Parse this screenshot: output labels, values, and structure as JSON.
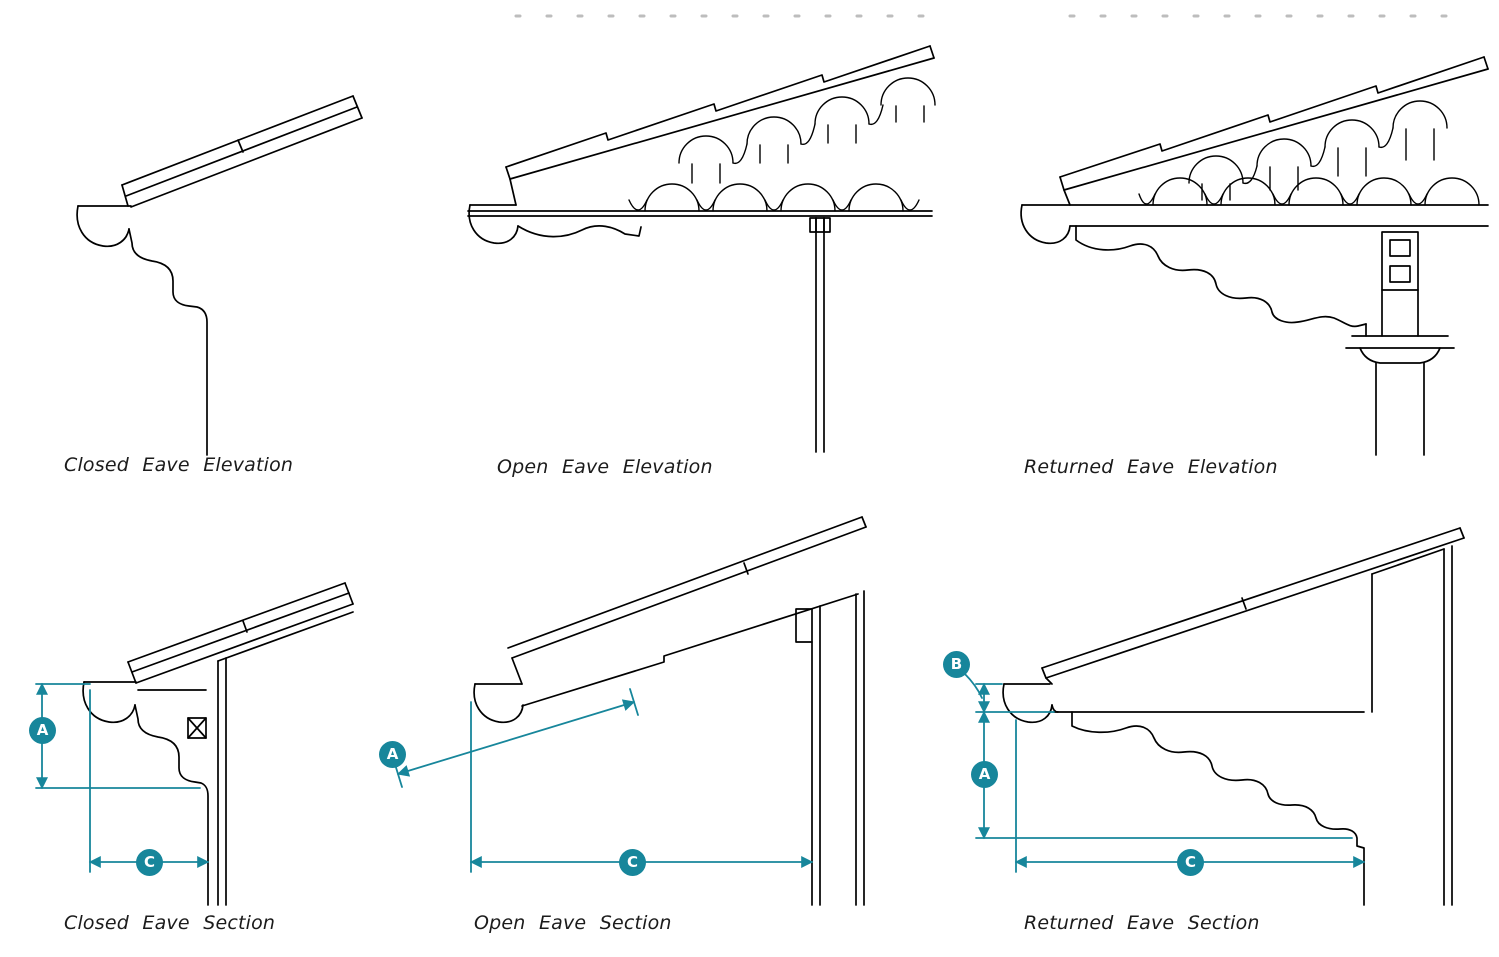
{
  "colors": {
    "background": "#ffffff",
    "line": "#000000",
    "dimension": "#17869b",
    "marker_fill": "#17869b",
    "marker_text": "#ffffff",
    "caption_text": "#1b1b1b"
  },
  "figures": [
    {
      "id": "closed-eave-elevation",
      "label": "Closed Eave Elevation",
      "markers": {}
    },
    {
      "id": "open-eave-elevation",
      "label": "Open Eave Elevation",
      "markers": {}
    },
    {
      "id": "returned-eave-elevation",
      "label": "Returned Eave Elevation",
      "markers": {}
    },
    {
      "id": "closed-eave-section",
      "label": "Closed Eave Section",
      "markers": {
        "a": "A",
        "c": "C"
      }
    },
    {
      "id": "open-eave-section",
      "label": "Open Eave Section",
      "markers": {
        "a": "A",
        "c": "C"
      }
    },
    {
      "id": "returned-eave-section",
      "label": "Returned Eave Section",
      "markers": {
        "b": "B",
        "a": "A",
        "c": "C"
      }
    }
  ]
}
